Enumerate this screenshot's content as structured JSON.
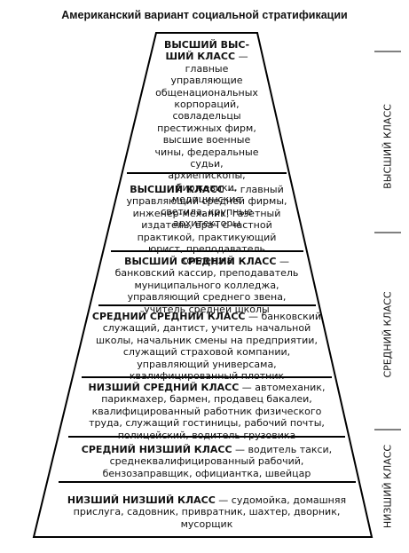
{
  "title": "Американский вариант социальной стратификации",
  "tiers": [
    {
      "head": "ВЫСШИЙ ВЫС-ШИЙ КЛАСС",
      "text": "— главные управляющие общенациональных корпораций, совладельцы престижных фирм, высшие военные чины, федеральные судьи, архиепископы, биржевики, медицинские светила, крупные архитекторы"
    },
    {
      "head": "ВЫСШИЙ КЛАСС",
      "text": "— главный управляющий средней фирмы, инженер-механик, газетный издатель, врач с частной практикой, практикующий юрист, преподаватель колледжа"
    },
    {
      "head": "ВЫСШИЙ СРЕДНИЙ КЛАСС",
      "text": "— банковский кассир, преподаватель муниципального колледжа, управляющий среднего звена, учитель средней школы"
    },
    {
      "head": "СРЕДНИЙ СРЕДНИЙ КЛАСС",
      "text": "— банковский служащий, дантист, учитель начальной школы, начальник смены на предприятии, служащий страховой компании, управляющий универсама, квалифицированный плотник"
    },
    {
      "head": "НИЗШИЙ СРЕДНИЙ КЛАСС",
      "text": "— автомеханик, парикмахер, бармен, продавец бакалеи, квалифицированный работник физического труда, служащий гостиницы, рабочий почты, полицейский, водитель грузовика"
    },
    {
      "head": "СРЕДНИЙ НИЗШИЙ КЛАСС",
      "text": "— водитель такси, среднеквалифицированный рабочий, бензозаправщик, официантка, швейцар"
    },
    {
      "head": "НИЗШИЙ НИЗШИЙ КЛАСС",
      "text": "— судомойка, домашняя прислуга, садовник, привратник, шахтер, дворник, мусорщик"
    }
  ],
  "side_labels": [
    "ВЫСШИЙ КЛАСС",
    "СРЕДНИЙ КЛАСС",
    "НИЗШИЙ КЛАСС"
  ]
}
